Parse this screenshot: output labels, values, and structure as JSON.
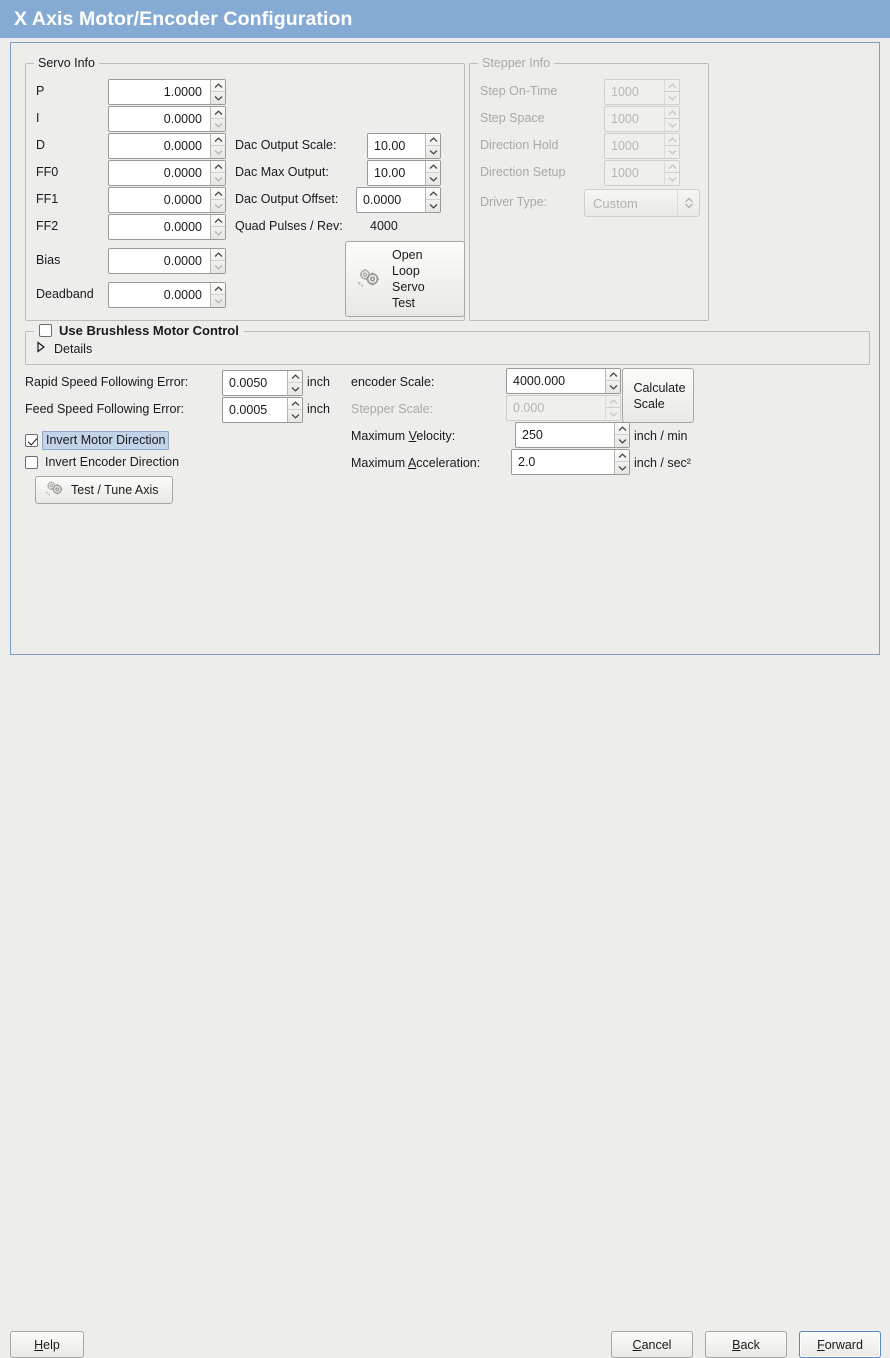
{
  "window": {
    "title": "X Axis Motor/Encoder Configuration",
    "title_bg": "#85aad4",
    "panel_bg": "#ededeb",
    "panel_border": "#7d9ec4",
    "focus_blue": "#5a87bf",
    "selection_blue": "#c3d4ea"
  },
  "servo_info": {
    "legend": "Servo Info",
    "rows": [
      {
        "label": "P",
        "value": "1.0000"
      },
      {
        "label": "I",
        "value": "0.0000"
      },
      {
        "label": "D",
        "value": "0.0000"
      },
      {
        "label": "FF0",
        "value": "0.0000"
      },
      {
        "label": "FF1",
        "value": "0.0000"
      },
      {
        "label": "FF2",
        "value": "0.0000"
      },
      {
        "label": "Bias",
        "value": "0.0000"
      },
      {
        "label": "Deadband",
        "value": "0.0000"
      }
    ],
    "dac": [
      {
        "label": "Dac Output Scale:",
        "value": "10.00"
      },
      {
        "label": "Dac Max Output:",
        "value": "10.00"
      },
      {
        "label": "Dac Output Offset:",
        "value": "0.0000"
      }
    ],
    "quad_pulses_label": "Quad Pulses / Rev:",
    "quad_pulses_value": "4000",
    "open_loop_button": {
      "icon": "gears-icon",
      "lines": [
        "Open",
        "Loop",
        "Servo",
        "Test"
      ]
    }
  },
  "stepper_info": {
    "legend": "Stepper Info",
    "enabled": false,
    "rows": [
      {
        "label": "Step On-Time",
        "value": "1000"
      },
      {
        "label": "Step Space",
        "value": "1000"
      },
      {
        "label": "Direction Hold",
        "value": "1000"
      },
      {
        "label": "Direction Setup",
        "value": "1000"
      }
    ],
    "driver_type_label": "Driver Type:",
    "driver_type_value": "Custom"
  },
  "brushless": {
    "checkbox_label": "Use Brushless Motor Control",
    "checked": false,
    "details_label": "Details",
    "details_expanded": false
  },
  "tuning": {
    "rapid_error_label": "Rapid Speed Following Error:",
    "rapid_error_value": "0.0050",
    "rapid_error_unit": "inch",
    "feed_error_label": "Feed Speed Following Error:",
    "feed_error_value": "0.0005",
    "feed_error_unit": "inch",
    "invert_motor_label": "Invert Motor Direction",
    "invert_motor_checked": true,
    "invert_motor_focused": true,
    "invert_encoder_label": "Invert Encoder Direction",
    "invert_encoder_checked": false,
    "test_tune_button": "Test / Tune Axis"
  },
  "scales": {
    "encoder_scale_label": "encoder Scale:",
    "encoder_scale_value": "4000.000",
    "stepper_scale_label": "Stepper Scale:",
    "stepper_scale_value": "0.000",
    "stepper_scale_enabled": false,
    "calculate_scale_lines": [
      "Calculate",
      "Scale"
    ],
    "max_velocity_label_pre": "Maximum ",
    "max_velocity_label_mn": "V",
    "max_velocity_label_post": "elocity:",
    "max_velocity_value": "250",
    "max_velocity_unit": "inch / min",
    "max_accel_label_pre": "Maximum ",
    "max_accel_label_mn": "A",
    "max_accel_label_post": "cceleration:",
    "max_accel_value": "2.0",
    "max_accel_unit": "inch / sec²"
  },
  "footer": {
    "help": {
      "pre": "",
      "mn": "H",
      "post": "elp"
    },
    "cancel": {
      "pre": "",
      "mn": "C",
      "post": "ancel"
    },
    "back": {
      "pre": "",
      "mn": "B",
      "post": "ack"
    },
    "forward": {
      "pre": "",
      "mn": "F",
      "post": "orward",
      "focused": true
    }
  }
}
